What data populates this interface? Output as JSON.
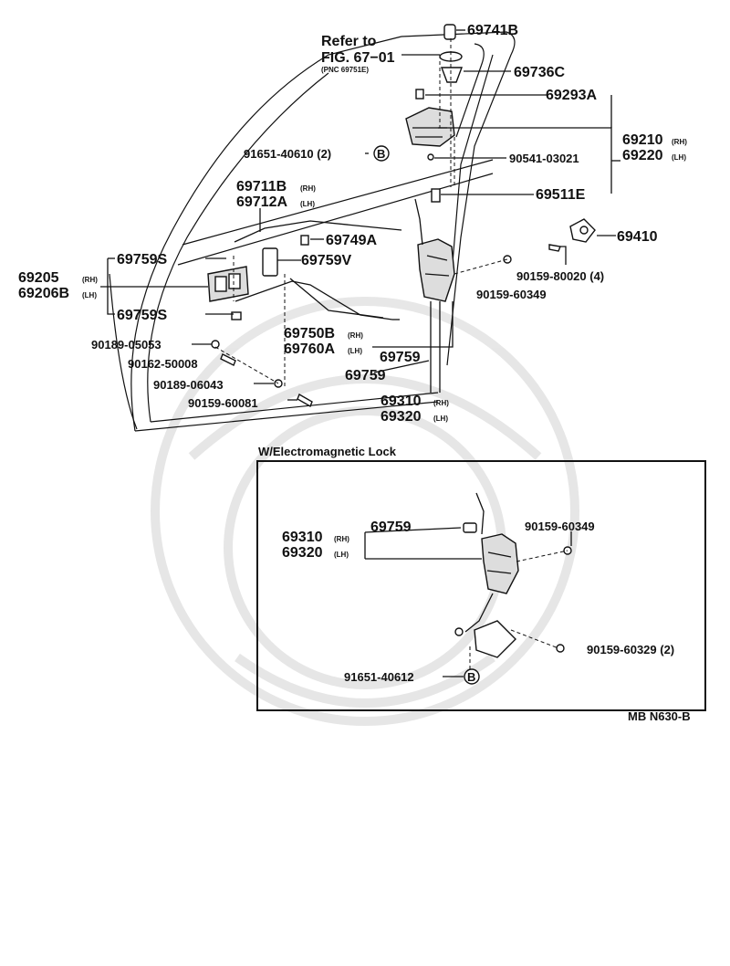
{
  "header": {
    "refer_to": "Refer to",
    "fig": "FIG. 67−01",
    "pnc": "(PNC 69751E)"
  },
  "labels": {
    "p69741B": "69741B",
    "p69736C": "69736C",
    "p69293A": "69293A",
    "p69210": "69210",
    "p69220": "69220",
    "p91651_40610": "91651-40610 (2)",
    "p90541_03021": "90541-03021",
    "p69711B": "69711B",
    "p69712A": "69712A",
    "p69511E": "69511E",
    "p69749A": "69749A",
    "p69759S_top": "69759S",
    "p69759V": "69759V",
    "p69410": "69410",
    "p90159_80020": "90159-80020 (4)",
    "p69205": "69205",
    "p69206B": "69206B",
    "p90159_60349": "90159-60349",
    "p69759S_bot": "69759S",
    "p69750B": "69750B",
    "p69760A": "69760A",
    "p90189_05053": "90189-05053",
    "p69759_a": "69759",
    "p90162_50008": "90162-50008",
    "p69759_b": "69759",
    "p90189_06043": "90189-06043",
    "p69310": "69310",
    "p90159_60081": "90159-60081",
    "p69320": "69320",
    "b_marker": "B"
  },
  "suffix": {
    "rh": "(RH)",
    "lh": "(LH)"
  },
  "inset": {
    "title": "W/Electromagnetic Lock",
    "p69310": "69310",
    "p69320": "69320",
    "p69759": "69759",
    "p90159_60349": "90159-60349",
    "p90159_60329": "90159-60329 (2)",
    "p91651_40612": "91651-40612",
    "b_marker": "B"
  },
  "footer": {
    "code": "MB N630-B"
  }
}
